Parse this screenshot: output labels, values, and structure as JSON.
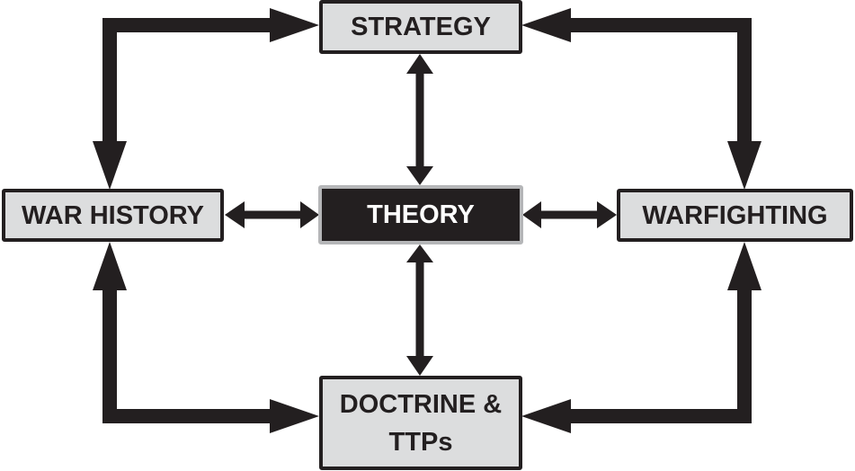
{
  "nodes": {
    "strategy": "STRATEGY",
    "war_history": "WAR HISTORY",
    "theory": "THEORY",
    "warfighting": "WARFIGHTING",
    "doctrine_line1": "DOCTRINE &",
    "doctrine_line2": "TTPs"
  },
  "colors": {
    "ink": "#231f20",
    "box_fill": "#dcddde",
    "theory_border": "#b5b6b8"
  }
}
